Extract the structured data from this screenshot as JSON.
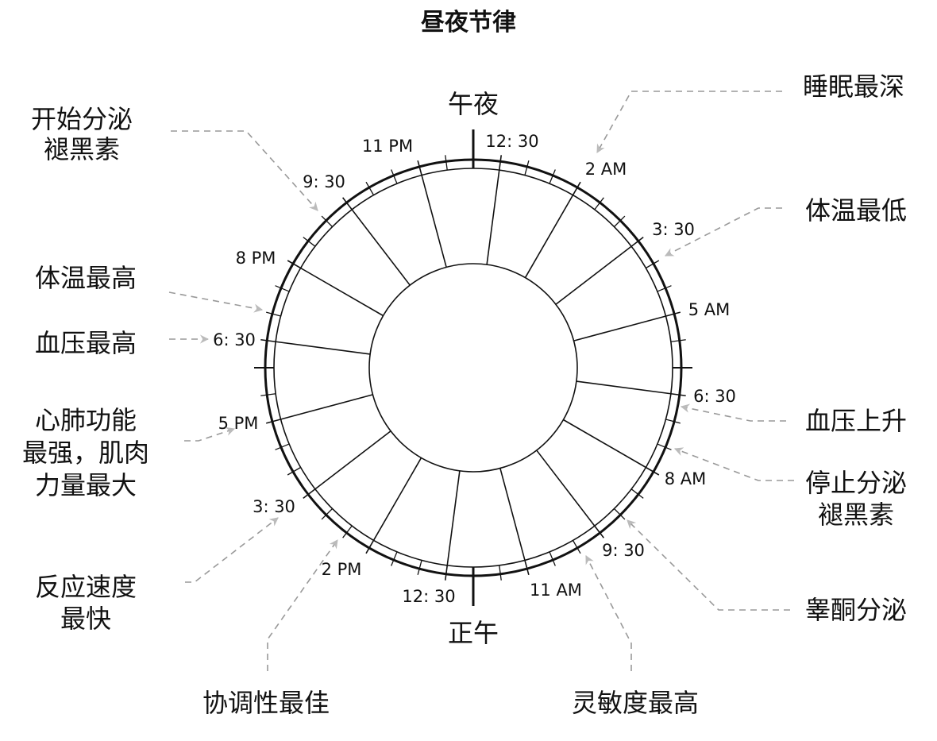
{
  "title": "昼夜节律",
  "midnight_label": "午夜",
  "noon_label": "正午",
  "time_labels": [
    "12: 30",
    "2 AM",
    "3: 30",
    "5 AM",
    "6: 30",
    "8 AM",
    "9: 30",
    "11 AM",
    "12: 30",
    "2 PM",
    "3: 30",
    "5 PM",
    "6: 30",
    "8 PM",
    "9: 30",
    "11 PM"
  ],
  "annotations": [
    {
      "lines": [
        "睡眠最深"
      ]
    },
    {
      "lines": [
        "体温最低"
      ]
    },
    {
      "lines": [
        "血压上升"
      ]
    },
    {
      "lines": [
        "停止分泌",
        "褪黑素"
      ]
    },
    {
      "lines": [
        "睾酮分泌"
      ]
    },
    {
      "lines": [
        "灵敏度最高"
      ]
    },
    {
      "lines": [
        "协调性最佳"
      ]
    },
    {
      "lines": [
        "反应速度",
        "最快"
      ]
    },
    {
      "lines": [
        "心肺功能",
        "最强，肌肉",
        "力量最大"
      ]
    },
    {
      "lines": [
        "血压最高"
      ]
    },
    {
      "lines": [
        "体温最高"
      ]
    },
    {
      "lines": [
        "开始分泌",
        "褪黑素"
      ]
    }
  ],
  "colors": {
    "line": "#111111",
    "arrow": "#aaaaaa"
  }
}
